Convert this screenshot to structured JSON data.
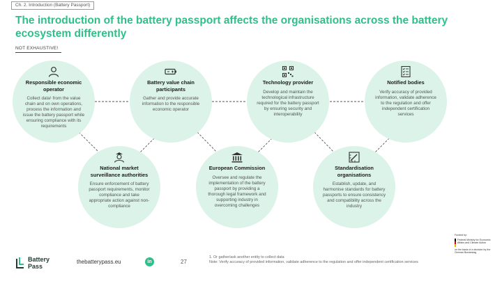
{
  "breadcrumb": "Ch. 2. Introduction (Battery Passport)",
  "title": "The introduction of the battery passport affects the organisations across the battery ecosystem differently",
  "disclaimer": "NOT EXHAUSTIVE!",
  "accent_color": "#2fbf8a",
  "circle_color": "#dbf3e9",
  "circles": [
    {
      "icon": "user-icon",
      "title": "Responsible economic operator",
      "desc": "Collect data¹ from the value chain and on own operations, process the information and issue the battery passport while ensuring compliance with its requirements"
    },
    {
      "icon": "battery-icon",
      "title": "Battery value chain participants",
      "desc": "Gather and provide accurate information to the responsible economic operator"
    },
    {
      "icon": "qr-code-icon",
      "title": "Technology provider",
      "desc": "Develop and maintain the technological infrastructure required for the battery passport by ensuring security and interoperability"
    },
    {
      "icon": "checklist-icon",
      "title": "Notified bodies",
      "desc": "Verify accuracy of provided information, validate adherence to the regulation and offer independent certification services"
    },
    {
      "icon": "officer-icon",
      "title": "National market surveillance authorities",
      "desc": "Ensure enforcement of battery passport requirements, monitor compliance and take appropriate action against non-compliance"
    },
    {
      "icon": "institution-icon",
      "title": "European Commission",
      "desc": "Oversee and regulate the implementation of the battery passport by providing a thorough legal framework and supporting industry in overcoming challenges"
    },
    {
      "icon": "ruler-pencil-icon",
      "title": "Standardisation organisations",
      "desc": "Establish, update, and harmonise standards for battery passports to ensure consistency and compatibility across the industry"
    }
  ],
  "footer": {
    "logo_line1": "Battery",
    "logo_line2": "Pass",
    "url": "thebatterypass.eu",
    "linkedin": "in",
    "page": "27",
    "footnote1": "1.    Or gather/ask another entity to collect data",
    "footnote2": "Note: Verify accuracy of provided information, validate adherence to the regulation and offer independent certification services",
    "funder_label": "Funded by:",
    "funder_ministry": "Federal Ministry for Economic Affairs and Climate Action",
    "funder_sub": "on the basis of a decision by the German Bundestag"
  }
}
